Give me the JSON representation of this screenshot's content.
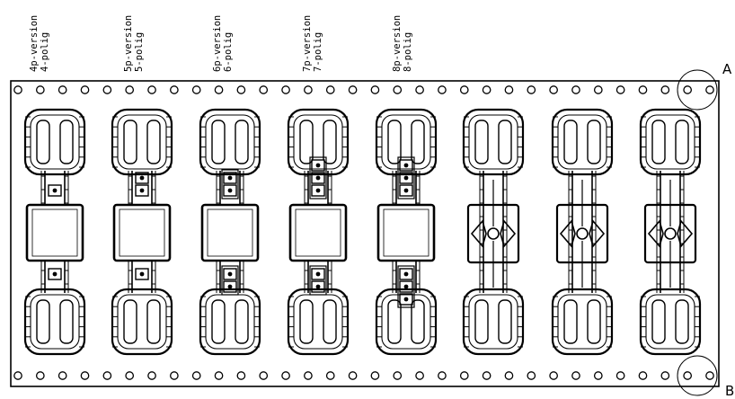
{
  "labels": [
    {
      "line1": "4p-version",
      "line2": "4-polig"
    },
    {
      "line1": "5p-version",
      "line2": "5-polig"
    },
    {
      "line1": "6p-version",
      "line2": "6-polig"
    },
    {
      "line1": "7p-version",
      "line2": "7-polig"
    },
    {
      "line1": "8p-version",
      "line2": "8-polig"
    }
  ],
  "callouts": {
    "a": "A",
    "b": "B"
  },
  "panels": [
    {
      "variant": "rectangular-window",
      "labelled": true
    },
    {
      "variant": "rectangular-window",
      "labelled": true
    },
    {
      "variant": "rectangular-window",
      "labelled": true
    },
    {
      "variant": "rectangular-window",
      "labelled": true
    },
    {
      "variant": "rectangular-window",
      "labelled": true
    },
    {
      "variant": "center-hub",
      "labelled": false
    },
    {
      "variant": "center-hub",
      "labelled": false
    },
    {
      "variant": "center-hub",
      "labelled": false
    }
  ],
  "perforation": {
    "holes_per_row": 32,
    "rows": 2
  }
}
